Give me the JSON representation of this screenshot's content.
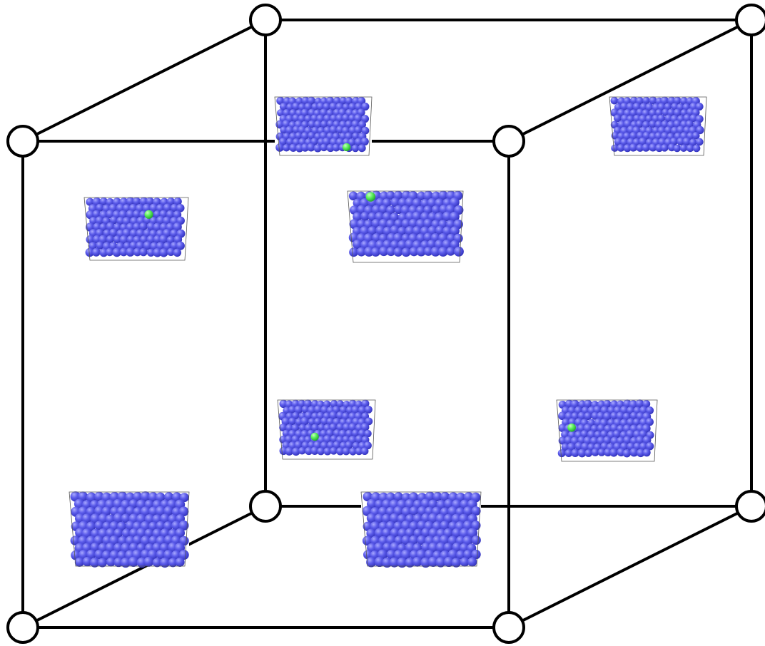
{
  "diagram": {
    "style": {
      "background": "#ffffff",
      "edge_color": "#000000",
      "node_fill": "#ffffff",
      "node_stroke": "#000000",
      "particle_blue": "#5b5bea",
      "particle_blue_dark": "#2f2fb8",
      "particle_green": "#5cf05c",
      "particle_green_dark": "#1f9e2a"
    },
    "vertices": [
      {
        "id": "back-top-left"
      },
      {
        "id": "back-top-right"
      },
      {
        "id": "front-top-left"
      },
      {
        "id": "front-top-right"
      },
      {
        "id": "back-bottom-left"
      },
      {
        "id": "back-bottom-right"
      },
      {
        "id": "front-bottom-left"
      },
      {
        "id": "front-bottom-right"
      }
    ],
    "edges": [
      {
        "from": "back-top-left",
        "to": "back-top-right"
      },
      {
        "from": "front-top-left",
        "to": "front-top-right"
      },
      {
        "from": "back-bottom-left",
        "to": "back-bottom-right"
      },
      {
        "from": "front-bottom-left",
        "to": "front-bottom-right"
      },
      {
        "from": "back-top-left",
        "to": "back-bottom-left"
      },
      {
        "from": "back-top-right",
        "to": "back-bottom-right"
      },
      {
        "from": "front-top-left",
        "to": "front-bottom-left"
      },
      {
        "from": "front-top-right",
        "to": "front-bottom-right"
      },
      {
        "from": "front-top-left",
        "to": "back-top-left"
      },
      {
        "from": "front-top-right",
        "to": "back-top-right"
      },
      {
        "from": "front-bottom-left",
        "to": "back-bottom-left"
      },
      {
        "from": "front-bottom-right",
        "to": "back-bottom-right"
      }
    ],
    "particle_boxes": [
      {
        "id": "box-1",
        "green_particles": 1
      },
      {
        "id": "box-2",
        "green_particles": 0
      },
      {
        "id": "box-3",
        "green_particles": 1
      },
      {
        "id": "box-4",
        "green_particles": 1
      },
      {
        "id": "box-5",
        "green_particles": 1
      },
      {
        "id": "box-6",
        "green_particles": 1
      },
      {
        "id": "box-7",
        "green_particles": 0
      },
      {
        "id": "box-8",
        "green_particles": 0
      }
    ]
  }
}
